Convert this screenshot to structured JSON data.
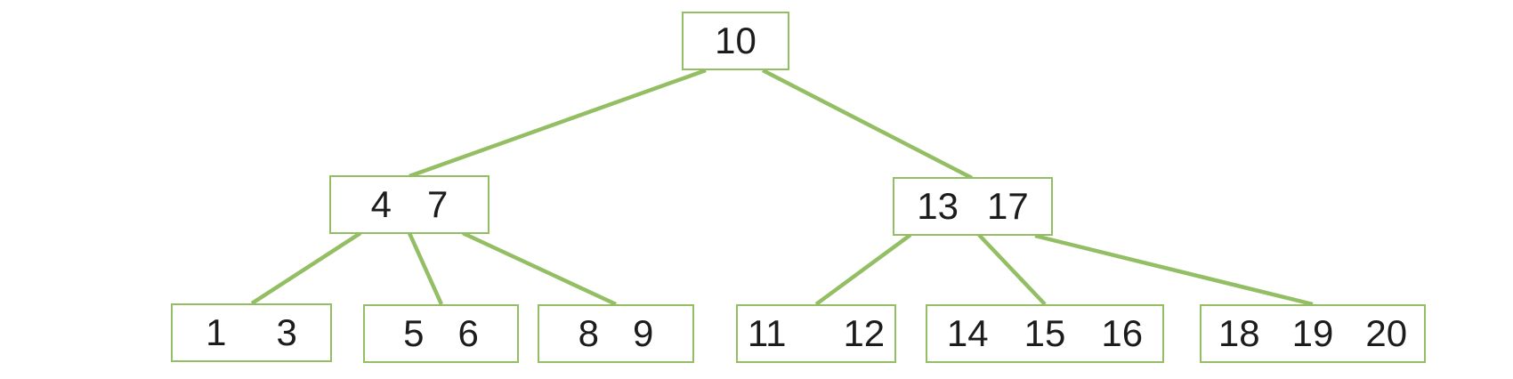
{
  "diagram": {
    "type": "b-tree",
    "colors": {
      "node_border": "#93BE63",
      "connector": "#93BE63",
      "text": "#1c1c1c",
      "background": "#ffffff"
    },
    "nodes": [
      {
        "id": "node-10",
        "level": 0,
        "keys": [
          "10"
        ]
      },
      {
        "id": "node-4-7",
        "level": 1,
        "parent": "node-10",
        "keys": [
          "4",
          "7"
        ]
      },
      {
        "id": "node-13-17",
        "level": 1,
        "parent": "node-10",
        "keys": [
          "13",
          "17"
        ]
      },
      {
        "id": "node-1-3",
        "level": 2,
        "parent": "node-4-7",
        "keys": [
          "1",
          "3"
        ]
      },
      {
        "id": "node-5-6",
        "level": 2,
        "parent": "node-4-7",
        "keys": [
          "5",
          "6"
        ]
      },
      {
        "id": "node-8-9",
        "level": 2,
        "parent": "node-4-7",
        "keys": [
          "8",
          "9"
        ]
      },
      {
        "id": "node-11-12",
        "level": 2,
        "parent": "node-13-17",
        "keys": [
          "11",
          "12"
        ]
      },
      {
        "id": "node-14-15-16",
        "level": 2,
        "parent": "node-13-17",
        "keys": [
          "14",
          "15",
          "16"
        ]
      },
      {
        "id": "node-18-19-20",
        "level": 2,
        "parent": "node-13-17",
        "keys": [
          "18",
          "19",
          "20"
        ]
      }
    ],
    "edges": [
      {
        "from": "node-10",
        "to": "node-4-7"
      },
      {
        "from": "node-10",
        "to": "node-13-17"
      },
      {
        "from": "node-4-7",
        "to": "node-1-3"
      },
      {
        "from": "node-4-7",
        "to": "node-5-6"
      },
      {
        "from": "node-4-7",
        "to": "node-8-9"
      },
      {
        "from": "node-13-17",
        "to": "node-11-12"
      },
      {
        "from": "node-13-17",
        "to": "node-14-15-16"
      },
      {
        "from": "node-13-17",
        "to": "node-18-19-20"
      }
    ]
  }
}
